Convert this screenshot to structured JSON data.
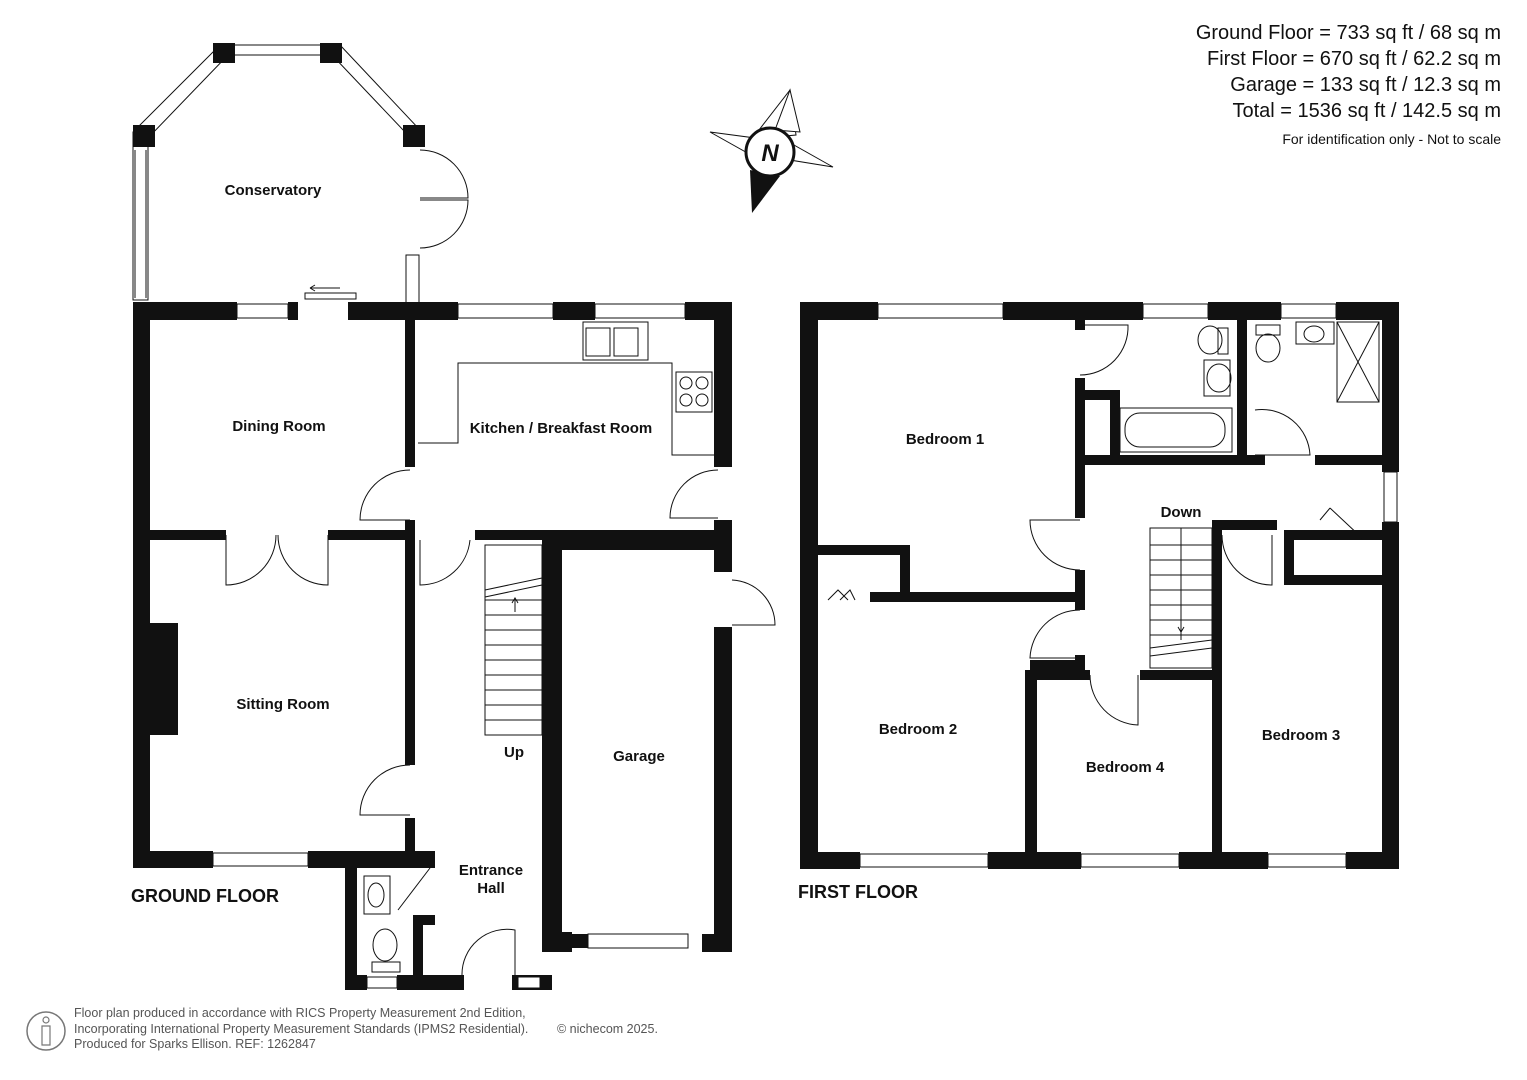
{
  "areas": {
    "lines": [
      "Ground Floor = 733 sq ft / 68 sq m",
      "First Floor = 670 sq ft / 62.2 sq m",
      "Garage = 133 sq ft / 12.3 sq m",
      "Total = 1536 sq ft / 142.5 sq m"
    ],
    "note": "For identification only - Not to scale"
  },
  "compass": {
    "letter": "N"
  },
  "ground_floor": {
    "title": "GROUND FLOOR",
    "rooms": {
      "conservatory": "Conservatory",
      "dining": "Dining Room",
      "kitchen": "Kitchen / Breakfast Room",
      "sitting": "Sitting Room",
      "garage": "Garage",
      "hall": "Entrance",
      "hall2": "Hall",
      "up": "Up"
    }
  },
  "first_floor": {
    "title": "FIRST FLOOR",
    "rooms": {
      "bedroom1": "Bedroom 1",
      "bedroom2": "Bedroom 2",
      "bedroom3": "Bedroom 3",
      "bedroom4": "Bedroom 4",
      "down": "Down"
    }
  },
  "footer": {
    "line1": "Floor plan produced in accordance with RICS Property Measurement 2nd Edition,",
    "line2": "Incorporating International Property Measurement Standards (IPMS2 Residential).",
    "line3": "Produced for Sparks Ellison.   REF: 1262847",
    "copyright": "© nichecom 2025."
  }
}
